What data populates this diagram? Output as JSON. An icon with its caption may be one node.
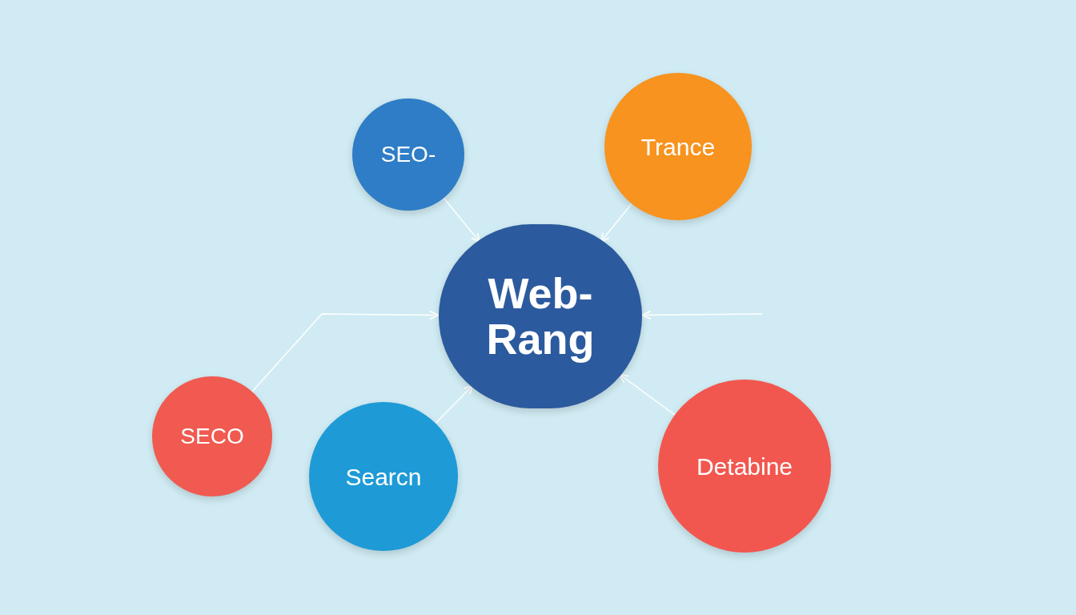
{
  "diagram": {
    "nodes": [
      {
        "text": [
          "SEO-"
        ]
      },
      {
        "text": [
          "Trance"
        ]
      },
      {
        "text": [
          "Web- Rang"
        ]
      },
      {
        "text": [
          "SECO"
        ]
      },
      {
        "text": [
          "Searcn"
        ]
      },
      {
        "text": [
          "Detabine"
        ]
      }
    ],
    "edges": [
      {
        "from": 0,
        "to": 2,
        "arrow": "to"
      },
      {
        "from": 1,
        "to": 2,
        "arrow": "to"
      },
      {
        "from": 3,
        "to": 2,
        "arrow": "to"
      },
      {
        "from": 4,
        "to": 2,
        "arrow": "to"
      },
      {
        "from": 5,
        "to": 2,
        "arrow": "to"
      },
      {
        "from": null,
        "to": 2,
        "arrow": "to"
      }
    ]
  }
}
